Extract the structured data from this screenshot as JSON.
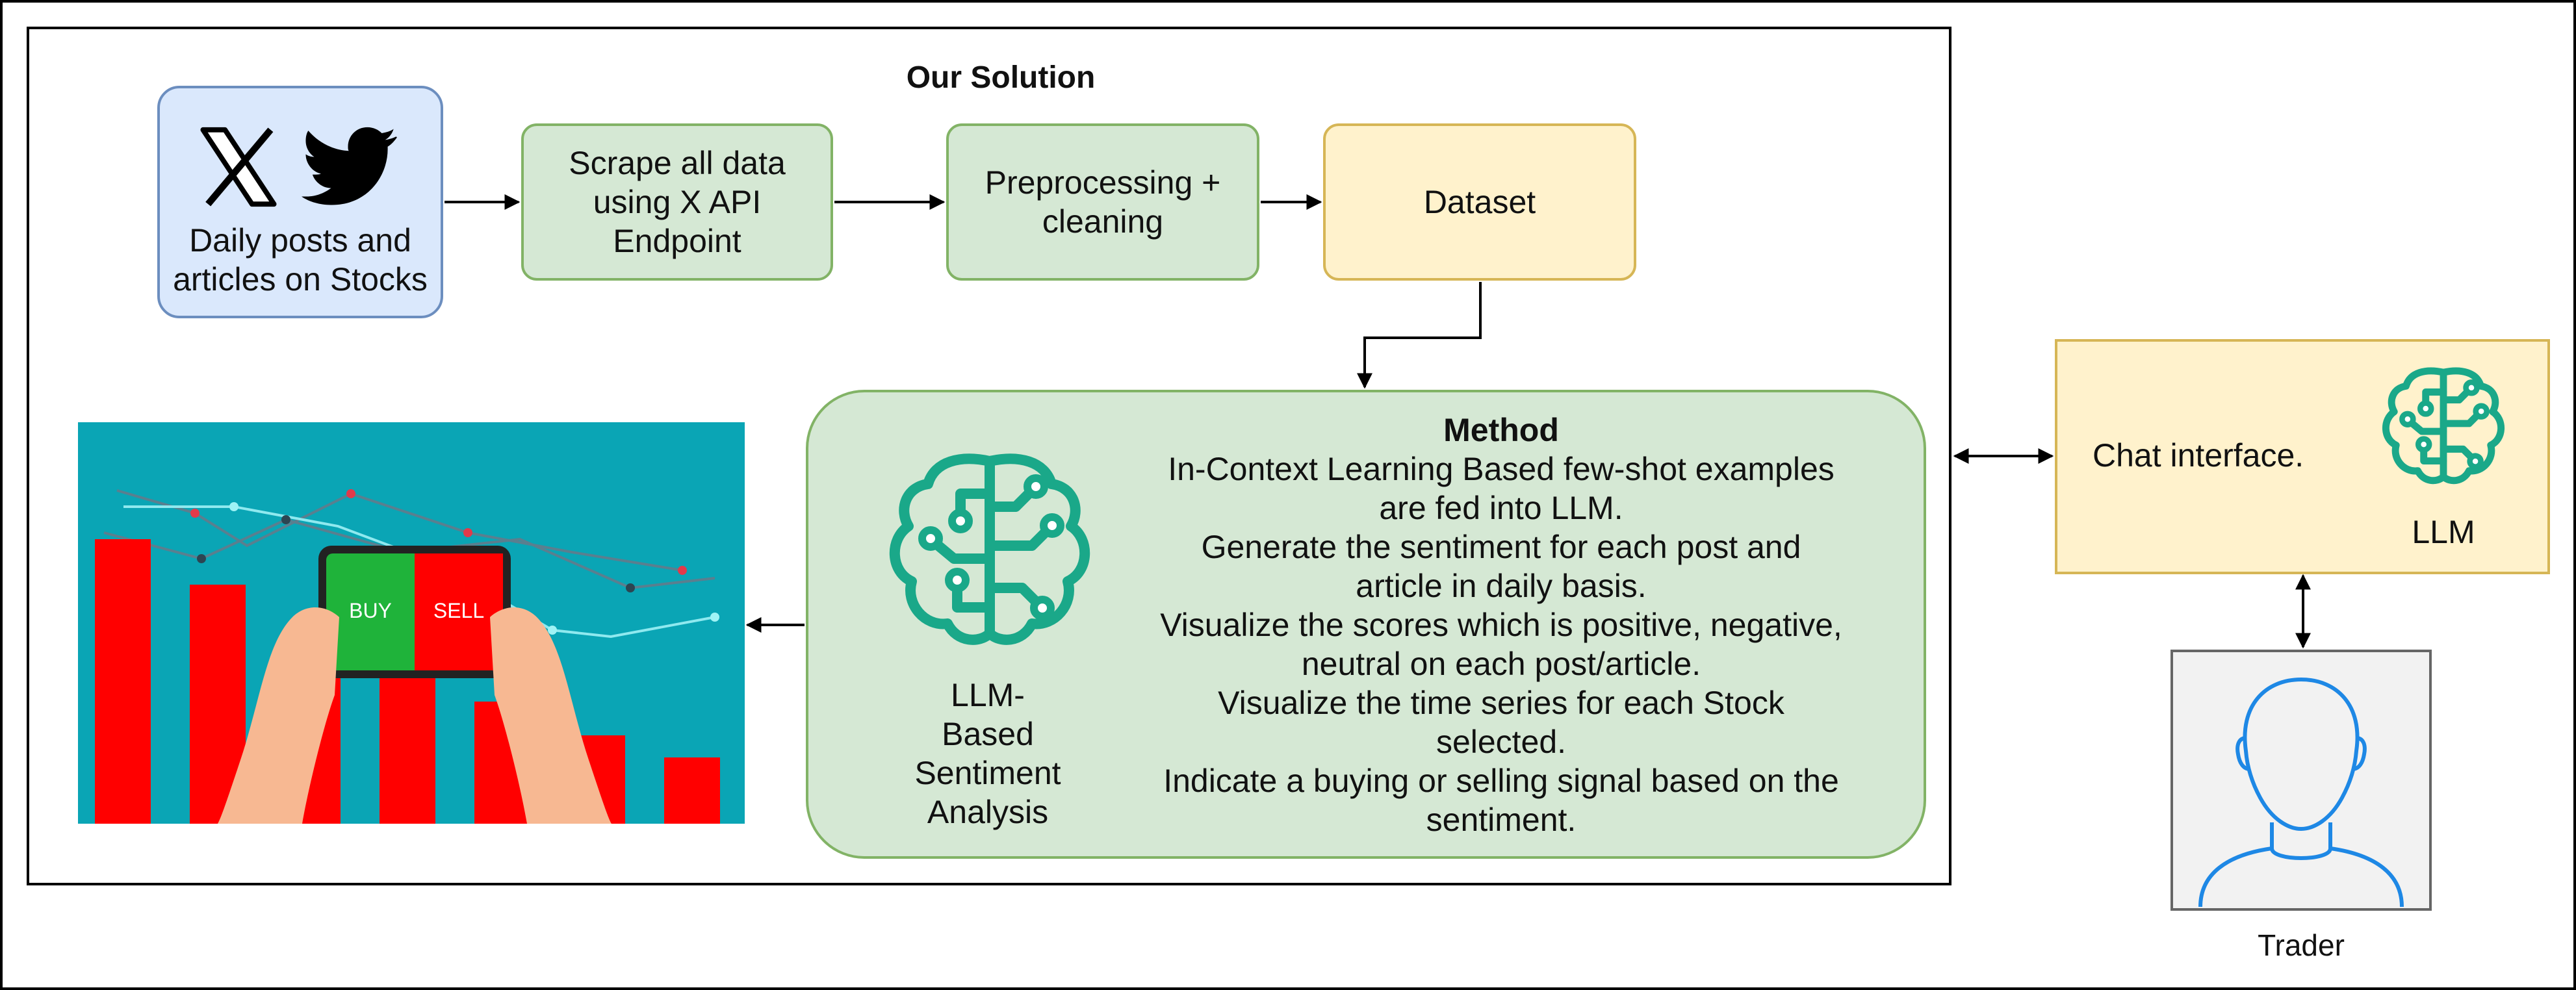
{
  "diagram": {
    "solution_title": "Our Solution",
    "source_box": {
      "x_logo": "X",
      "label_line1": "Daily posts and",
      "label_line2": "articles on Stocks"
    },
    "scrape_box": {
      "line1": "Scrape all data",
      "line2": "using X API",
      "line3": "Endpoint"
    },
    "preprocess_box": {
      "line1": "Preprocessing +",
      "line2": "cleaning"
    },
    "dataset_box": {
      "label": "Dataset"
    },
    "method_box": {
      "title": "Method",
      "lines": [
        "In-Context Learning Based few-shot examples",
        "are fed into LLM.",
        "Generate the sentiment for each post and",
        "article in daily basis.",
        "Visualize the scores which is positive, negative,",
        "neutral on each post/article.",
        "Visualize the time series for each Stock",
        "selected.",
        "Indicate a buying or selling signal based on the",
        "sentiment."
      ],
      "icon_label_lines": [
        "LLM-",
        "Based",
        "Sentiment",
        "Analysis"
      ]
    },
    "trading_image": {
      "buy_label": "BUY",
      "sell_label": "SELL"
    },
    "chat_box": {
      "label": "Chat interface.",
      "icon_label": "LLM"
    },
    "trader": {
      "label": "Trader"
    },
    "colors": {
      "green_fill": "#d5e8d4",
      "green_stroke": "#82b366",
      "yellow_fill": "#fff2cc",
      "yellow_stroke": "#d6b656",
      "blue_fill": "#dae8fc",
      "blue_stroke": "#6c8ebf",
      "brain_icon": "#1aa889",
      "trader_icon": "#1e88e5",
      "chart_bg": "#0aa5b5",
      "bar_red": "#ff0000",
      "buy_green": "#1fb33a"
    }
  }
}
